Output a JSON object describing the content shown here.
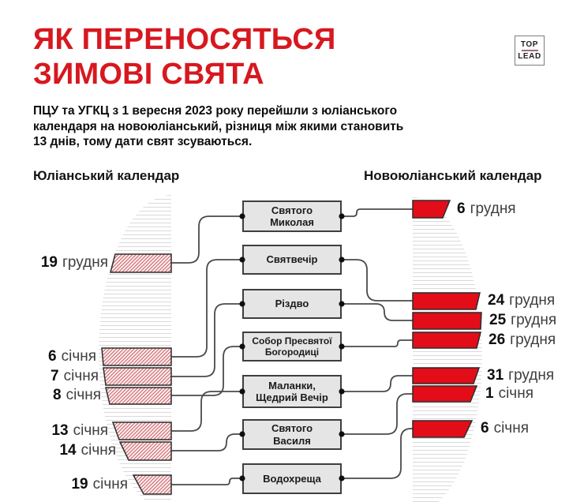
{
  "title": "ЯК ПЕРЕНОСЯТЬСЯ\nЗИМОВІ СВЯТА",
  "subtitle": "ПЦУ та УГКЦ з 1 вересня 2023 року перейшли з юліанського\nкалендаря на новоюліанський, різниця між якими становить\n13 днів, тому дати свят зсуваються.",
  "logo": {
    "top": "TOP",
    "bottom": "LEAD"
  },
  "columns": {
    "left": "Юліанський календар",
    "right": "Новоюліанський календар"
  },
  "holidays": [
    {
      "name": "Святого\nМиколая",
      "julian": {
        "day": "19",
        "month": "грудня"
      },
      "new_julian": {
        "day": "6",
        "month": "грудня"
      }
    },
    {
      "name": "Святвечір",
      "julian": {
        "day": "6",
        "month": "січня"
      },
      "new_julian": {
        "day": "24",
        "month": "грудня"
      }
    },
    {
      "name": "Різдво",
      "julian": {
        "day": "7",
        "month": "січня"
      },
      "new_julian": {
        "day": "25",
        "month": "грудня"
      }
    },
    {
      "name": "Собор Пресвятої\nБогородиці",
      "julian": {
        "day": "8",
        "month": "січня"
      },
      "new_julian": {
        "day": "26",
        "month": "грудня"
      }
    },
    {
      "name": "Маланки,\nЩедрий Вечір",
      "julian": {
        "day": "13",
        "month": "січня"
      },
      "new_julian": {
        "day": "31",
        "month": "грудня"
      }
    },
    {
      "name": "Святого\nВасиля",
      "julian": {
        "day": "14",
        "month": "січня"
      },
      "new_julian": {
        "day": "1",
        "month": "січня"
      }
    },
    {
      "name": "Водохреща",
      "julian": {
        "day": "19",
        "month": "січня"
      },
      "new_julian": {
        "day": "6",
        "month": "січня"
      }
    }
  ],
  "colors": {
    "title_red": "#d7181f",
    "marker_red": "#e20d18",
    "hatch_background": "#f9ecec",
    "hatch_line": "#cc4d55",
    "box_fill": "#e5e5e5",
    "connector": "#4a4a4a"
  }
}
